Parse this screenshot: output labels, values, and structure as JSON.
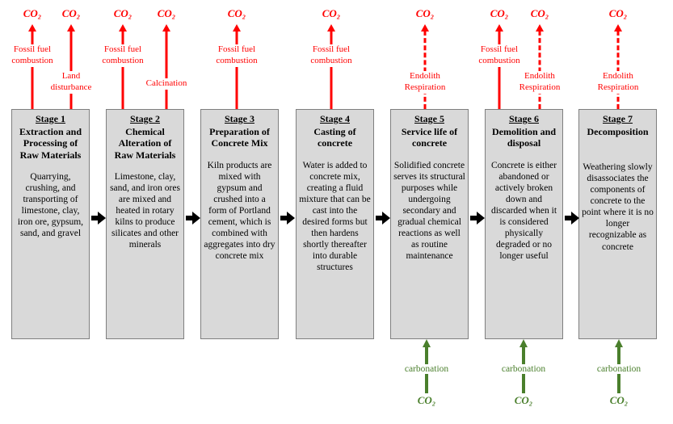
{
  "labels": {
    "co2": "CO₂",
    "fossil_fuel": "Fossil fuel combustion",
    "land_disturbance": "Land disturbance",
    "calcination": "Calcination",
    "endolith": "Endolith Respiration",
    "carbonation": "carbonation"
  },
  "colors": {
    "emission-red": "#ff0000",
    "carbonation-green": "#4a7f2c",
    "box-fill": "#d9d9d9",
    "box-border": "#7f7f7f",
    "arrow-black": "#000000"
  },
  "stages": [
    {
      "title": "Stage 1",
      "heading": "Extraction and Processing of Raw Materials",
      "body": "Quarrying, crushing, and transporting of limestone, clay, iron ore, gypsum, sand, and gravel"
    },
    {
      "title": "Stage 2",
      "heading": "Chemical Alteration of Raw Materials",
      "body": "Limestone, clay, sand, and iron ores are mixed and heated in rotary kilns to produce silicates and other minerals"
    },
    {
      "title": "Stage 3",
      "heading": "Preparation of Concrete Mix",
      "body": "Kiln products are mixed with gypsum and crushed into a form of Portland cement, which is combined with aggregates into dry concrete mix"
    },
    {
      "title": "Stage 4",
      "heading": "Casting of concrete",
      "body": "Water is added to concrete mix, creating a fluid mixture that can be cast into the desired forms but then hardens shortly thereafter into durable structures"
    },
    {
      "title": "Stage 5",
      "heading": "Service life of concrete",
      "body": "Solidified concrete serves its structural purposes while undergoing secondary and gradual chemical reactions as well as routine maintenance"
    },
    {
      "title": "Stage 6",
      "heading": "Demolition and disposal",
      "body": "Concrete is either abandoned or actively broken down and discarded when it is considered physically degraded or no longer useful"
    },
    {
      "title": "Stage 7",
      "heading": "Decomposition",
      "body": "Weathering slowly disassociates the components of concrete to the point where it is no longer recognizable as concrete"
    }
  ]
}
